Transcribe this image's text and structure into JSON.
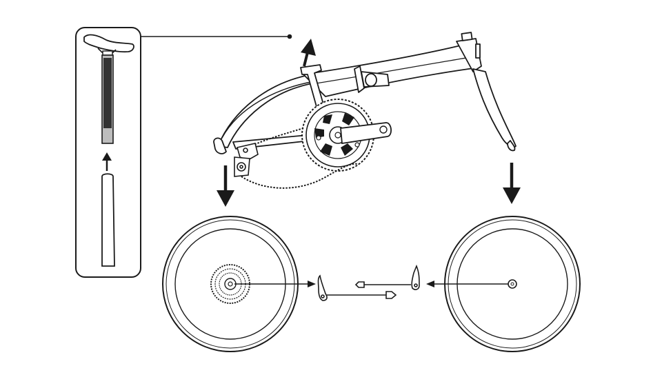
{
  "diagram": {
    "type": "exploded-assembly-illustration",
    "subject": "folding bicycle",
    "colors": {
      "line": "#1a1a1a",
      "background": "#ffffff",
      "seatpost_dark": "#333333",
      "seatpost_light": "#bdbdbd"
    },
    "parts": [
      {
        "id": "seatpost-inset",
        "icon": "saddle-and-seatpost-icon"
      },
      {
        "id": "frame",
        "icon": "bicycle-frame-icon"
      },
      {
        "id": "crankset",
        "icon": "chainring-icon"
      },
      {
        "id": "chain",
        "icon": "chain-icon"
      },
      {
        "id": "rear-wheel",
        "icon": "rear-wheel-icon"
      },
      {
        "id": "cassette",
        "icon": "cassette-icon"
      },
      {
        "id": "front-wheel",
        "icon": "front-wheel-icon"
      },
      {
        "id": "quick-release-rear",
        "icon": "quick-release-skewer-icon"
      },
      {
        "id": "quick-release-front",
        "icon": "quick-release-skewer-icon"
      }
    ],
    "arrows": [
      {
        "id": "seatpost-up",
        "icon": "arrow-up-icon"
      },
      {
        "id": "seat-tube-up",
        "icon": "arrow-up-icon"
      },
      {
        "id": "rear-wheel-down",
        "icon": "arrow-down-icon"
      },
      {
        "id": "front-wheel-down",
        "icon": "arrow-down-icon"
      }
    ]
  }
}
